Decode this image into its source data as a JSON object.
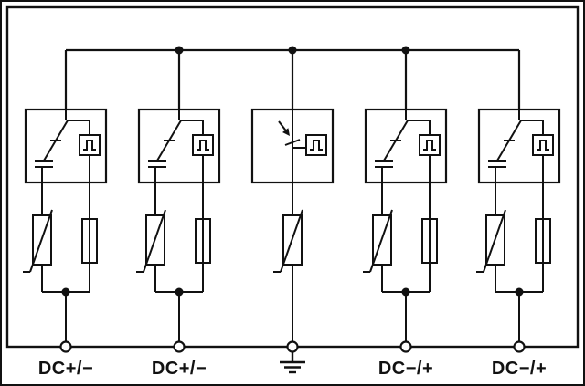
{
  "diagram": {
    "kind": "surge-protective-device-basic-circuit-diagram",
    "background": "#ffffff",
    "line_color": "#111111",
    "terminals": [
      {
        "label": "DC+/−",
        "type": "terminal"
      },
      {
        "label": "DC+/−",
        "type": "terminal"
      },
      {
        "label": "",
        "type": "terminal",
        "symbol": "earth-ground"
      },
      {
        "label": "DC−/+",
        "type": "terminal"
      },
      {
        "label": "DC−/+",
        "type": "terminal"
      }
    ],
    "branches": [
      {
        "symbols": [
          "thermal-disconnector-with-status-indicator",
          "varistor",
          "fuse"
        ]
      },
      {
        "symbols": [
          "thermal-disconnector-with-status-indicator",
          "varistor",
          "fuse"
        ]
      },
      {
        "symbols": [
          "spark-gap-disconnector-with-status-indicator",
          "varistor"
        ]
      },
      {
        "symbols": [
          "thermal-disconnector-with-status-indicator",
          "varistor",
          "fuse"
        ]
      },
      {
        "symbols": [
          "thermal-disconnector-with-status-indicator",
          "varistor",
          "fuse"
        ]
      }
    ]
  }
}
